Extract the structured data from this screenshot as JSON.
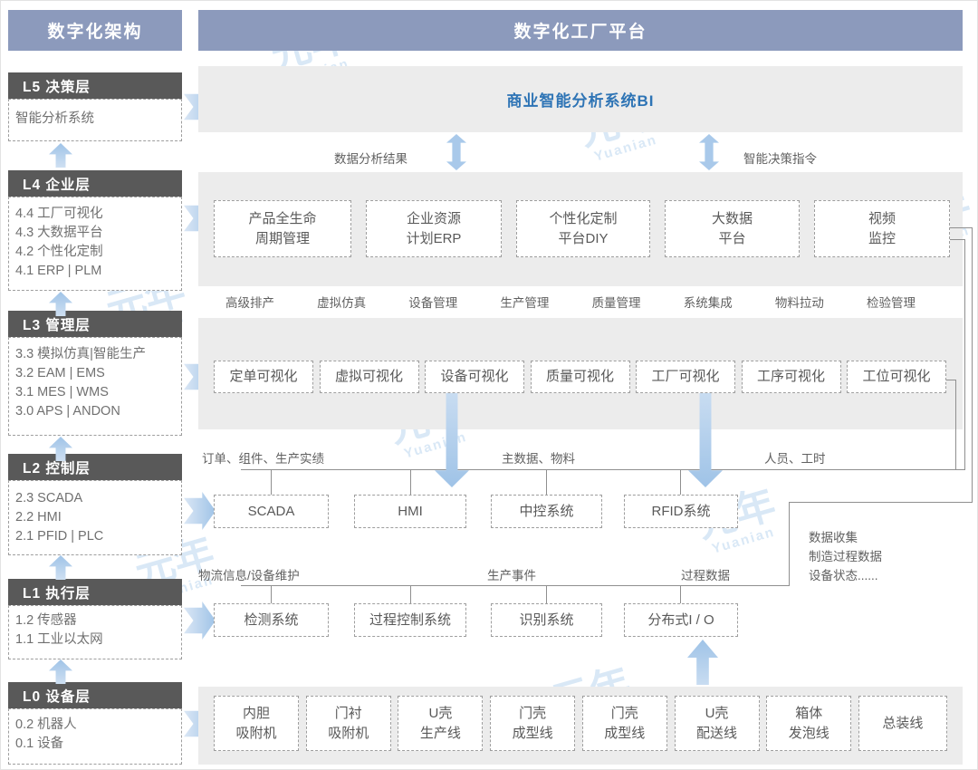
{
  "sidebar": {
    "title": "数字化架构",
    "layers": [
      {
        "header": "L5 决策层",
        "items": [
          "智能分析系统"
        ]
      },
      {
        "header": "L4 企业层",
        "items": [
          "4.4 工厂可视化",
          "4.3 大数据平台",
          "4.2 个性化定制",
          "4.1 ERP | PLM"
        ]
      },
      {
        "header": "L3 管理层",
        "items": [
          "3.3 模拟仿真|智能生产",
          "3.2 EAM | EMS",
          "3.1 MES | WMS",
          "3.0 APS | ANDON"
        ]
      },
      {
        "header": "L2 控制层",
        "items": [
          "2.3 SCADA",
          "2.2 HMI",
          "2.1 PFID | PLC"
        ]
      },
      {
        "header": "L1 执行层",
        "items": [
          "1.2 传感器",
          "1.1 工业以太网"
        ]
      },
      {
        "header": "L0 设备层",
        "items": [
          "0.2 机器人",
          "0.1 设备"
        ]
      }
    ]
  },
  "main": {
    "title": "数字化工厂平台",
    "bi_title": "商业智能分析系统BI",
    "arrow_label_left": "数据分析结果",
    "arrow_label_right": "智能决策指令",
    "l4_boxes": [
      [
        "产品全生命",
        "周期管理"
      ],
      [
        "企业资源",
        "计划ERP"
      ],
      [
        "个性化定制",
        "平台DIY"
      ],
      [
        "大数据",
        "平台"
      ],
      [
        "视频",
        "监控"
      ]
    ],
    "label_row1": [
      "高级排产",
      "虚拟仿真",
      "设备管理",
      "生产管理",
      "质量管理",
      "系统集成",
      "物料拉动",
      "检验管理"
    ],
    "l3_boxes": [
      "定单可视化",
      "虚拟可视化",
      "设备可视化",
      "质量可视化",
      "工厂可视化",
      "工序可视化",
      "工位可视化"
    ],
    "label_row2": [
      "订单、组件、生产实绩",
      "主数据、物料",
      "人员、工时"
    ],
    "l2_boxes": [
      "SCADA",
      "HMI",
      "中控系统",
      "RFID系统"
    ],
    "side_note": [
      "数据收集",
      "制造过程数据",
      "设备状态......"
    ],
    "label_row3": [
      "物流信息/设备维护",
      "生产事件",
      "过程数据"
    ],
    "l1_boxes": [
      "检测系统",
      "过程控制系统",
      "识别系统",
      "分布式I / O"
    ],
    "l0_boxes": [
      [
        "内胆",
        "吸附机"
      ],
      [
        "门衬",
        "吸附机"
      ],
      [
        "U壳",
        "生产线"
      ],
      [
        "门壳",
        "成型线"
      ],
      [
        "门壳",
        "成型线"
      ],
      [
        "U壳",
        "配送线"
      ],
      [
        "箱体",
        "发泡线"
      ],
      [
        "总装线"
      ]
    ]
  },
  "watermark": {
    "text": "元年",
    "subtext": "Yuanian"
  },
  "colors": {
    "header_blue": "#8c9abc",
    "layer_dark": "#595959",
    "band_gray": "#ececec",
    "bi_blue": "#2e74b5",
    "arrow_blue": "#9fc3e7",
    "dashed_border": "#9e9e9e",
    "connector": "#8f8f8f"
  }
}
